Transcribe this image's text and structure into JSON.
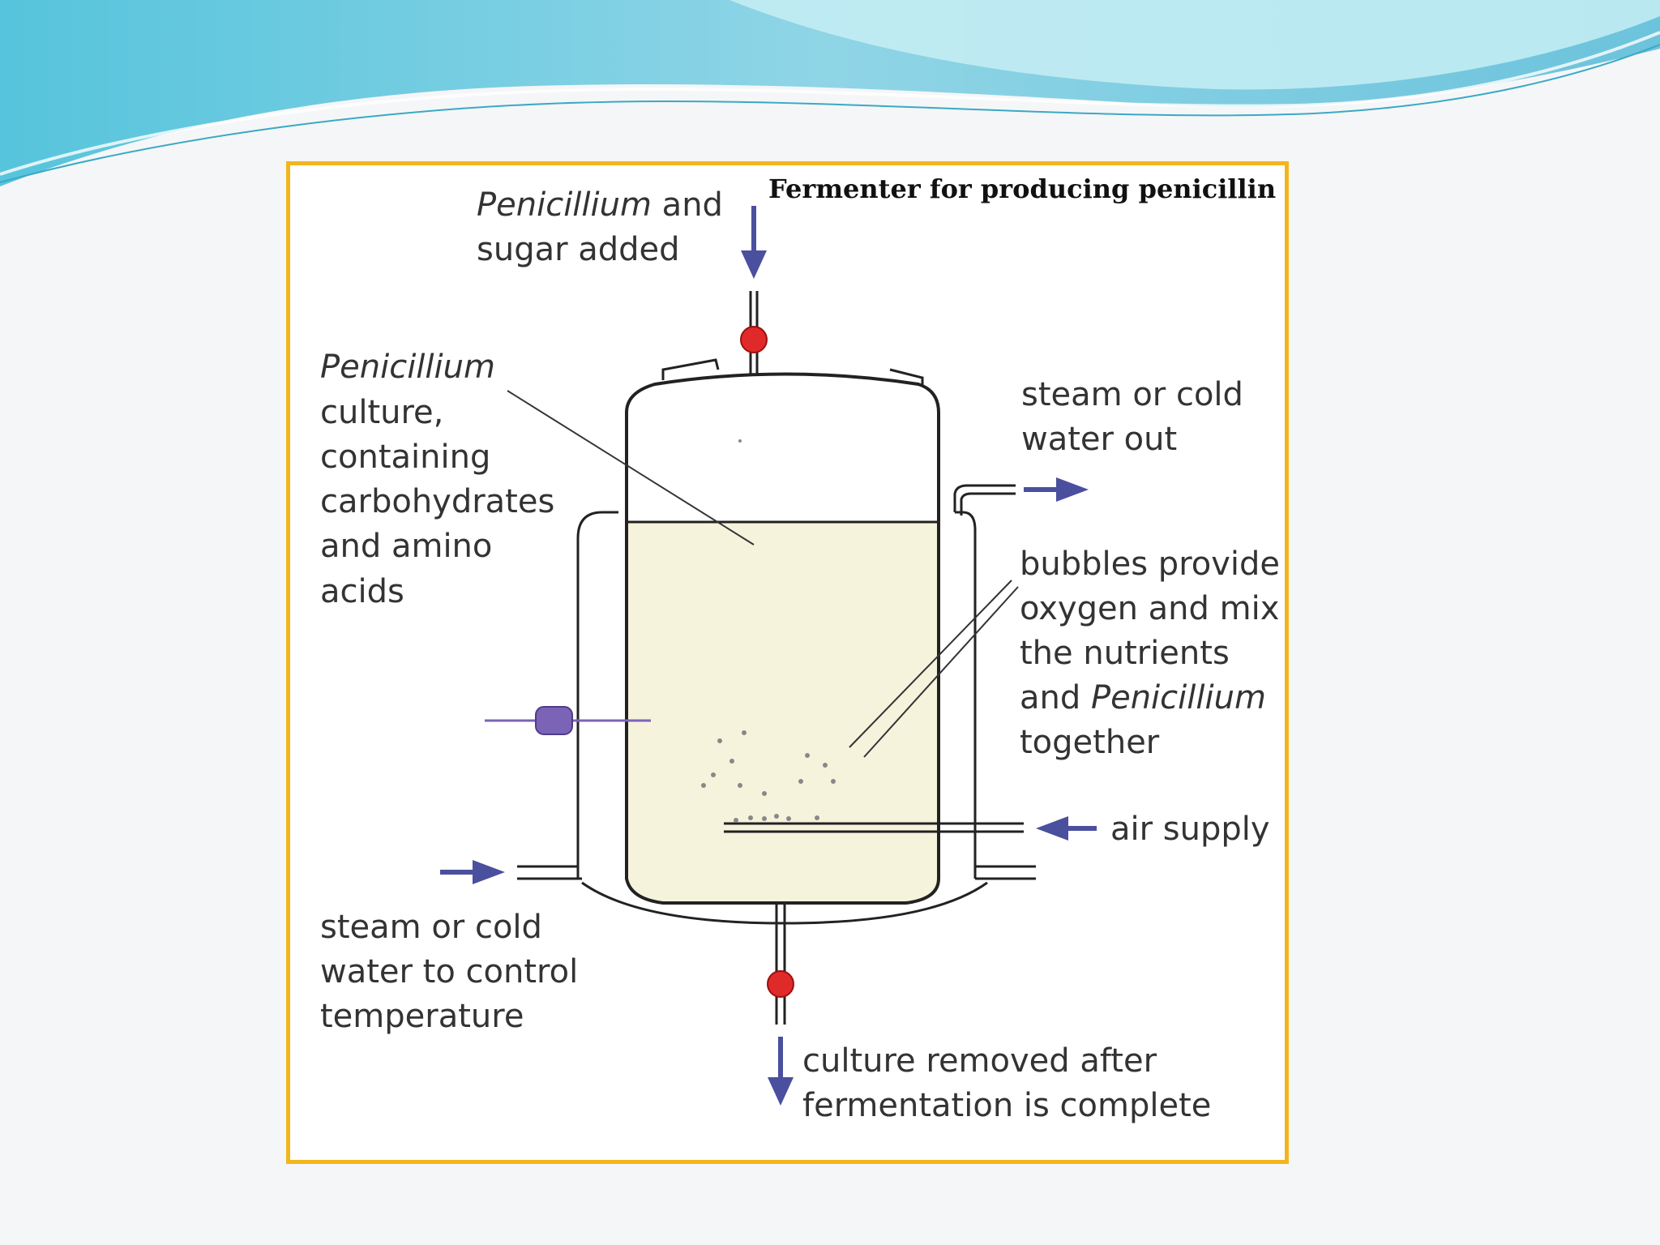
{
  "diagram": {
    "title": "Fermenter for producing penicillin",
    "labels": {
      "input_top_italic": "Penicillium",
      "input_top_rest": " and",
      "input_top_line2": "sugar added",
      "culture_italic": "Penicillium",
      "culture_line2": "culture,",
      "culture_line3": "containing",
      "culture_line4": "carbohydrates",
      "culture_line5": "and amino",
      "culture_line6": "acids",
      "steam_out_line1": "steam or cold",
      "steam_out_line2": "water out",
      "bubbles_line1": "bubbles provide",
      "bubbles_line2": "oxygen and mix",
      "bubbles_line3": "the nutrients",
      "bubbles_line4_prefix": "and ",
      "bubbles_line4_italic": "Penicillium",
      "bubbles_line5": "together",
      "air_supply": "air supply",
      "steam_in_line1": "steam or cold",
      "steam_in_line2": "water to control",
      "steam_in_line3": "temperature",
      "output_line1": "culture removed after",
      "output_line2": "fermentation is complete"
    },
    "colors": {
      "frame": "#f3b51c",
      "arrow": "#4a4f9e",
      "valve": "#e02a2a",
      "culture": "#f6f3dc",
      "probe": "#7b63b6",
      "outline": "#222222",
      "banner_light": "#c7eef5",
      "banner_teal": "#6cc7dc"
    }
  }
}
